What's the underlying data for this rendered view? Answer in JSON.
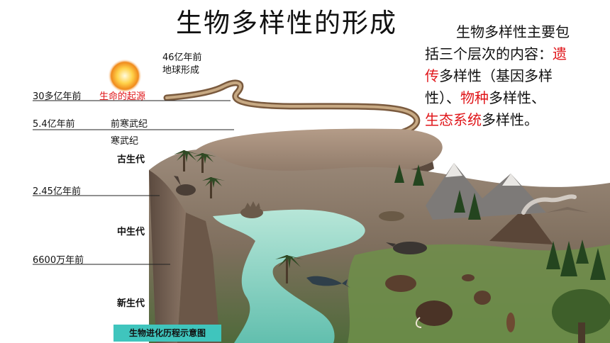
{
  "title": "生物多样性的形成",
  "description": {
    "line1": "生物多样性主要包",
    "line2_prefix": "括三个层次的内容：",
    "line2_red": "遗",
    "line3_red": "传",
    "line3_rest": "多样性（基因多样",
    "line4_prefix": "性）、",
    "line4_red": "物种",
    "line4_rest": "多样性、",
    "line5_red": "生态系统",
    "line5_rest": "多样性。"
  },
  "timeline": {
    "earth_age": "46亿年前",
    "earth_form": "地球形成",
    "origin_time": "30多亿年前",
    "origin_label": "生命的起源",
    "pre_cambrian_time": "5.4亿年前",
    "pre_cambrian": "前寒武纪",
    "cambrian": "寒武纪",
    "paleozoic": "古生代",
    "t245": "2.45亿年前",
    "mesozoic": "中生代",
    "t66": "6600万年前",
    "cenozoic": "新生代"
  },
  "caption": "生物进化历程示意图",
  "colors": {
    "accent_red": "#e0161a",
    "caption_bg": "#3fc5bd",
    "water": "#8fd3c4",
    "ground": "#a9937f"
  }
}
